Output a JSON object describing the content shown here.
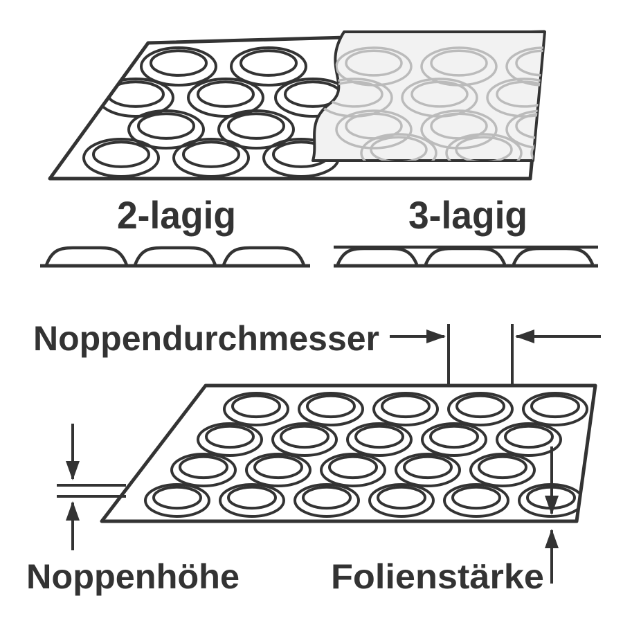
{
  "diagram": {
    "labels": {
      "two_layer": "2-lagig",
      "three_layer": "3-lagig",
      "bubble_diameter": "Noppendurchmesser",
      "bubble_height": "Noppenhöhe",
      "film_thickness": "Folienstärke"
    },
    "colors": {
      "line": "#333333",
      "light_line": "#bbbbbb",
      "overlay_fill": "#f2f2f2",
      "background": "#ffffff"
    }
  }
}
